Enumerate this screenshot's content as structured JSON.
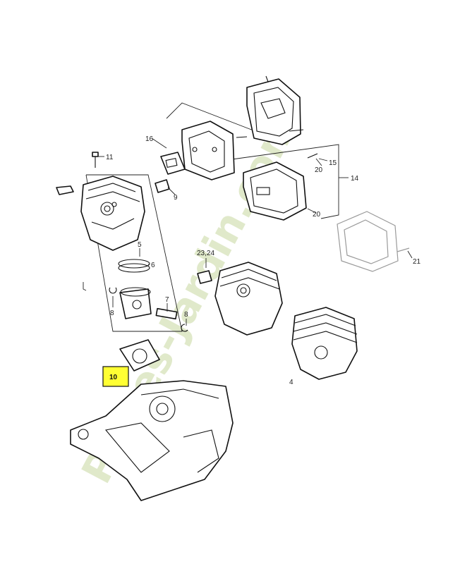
{
  "watermark": {
    "text": "Pieces-Jardin.com",
    "color_leaf": "#c8d8a0",
    "color_orange": "#f0b060"
  },
  "highlight_color": "#ffff33",
  "callouts": [
    {
      "id": "11",
      "text": "11"
    },
    {
      "id": "16",
      "text": "16"
    },
    {
      "id": "9",
      "text": "9"
    },
    {
      "id": "5",
      "text": "5"
    },
    {
      "id": "6",
      "text": "6"
    },
    {
      "id": "7",
      "text": "7"
    },
    {
      "id": "8a",
      "text": "8"
    },
    {
      "id": "8b",
      "text": "8"
    },
    {
      "id": "20a",
      "text": "20"
    },
    {
      "id": "15",
      "text": "15"
    },
    {
      "id": "14",
      "text": "14"
    },
    {
      "id": "20b",
      "text": "20"
    },
    {
      "id": "21",
      "text": "21"
    },
    {
      "id": "2324",
      "text": "23,24"
    },
    {
      "id": "4",
      "text": "4"
    },
    {
      "id": "10",
      "text": "10"
    }
  ]
}
